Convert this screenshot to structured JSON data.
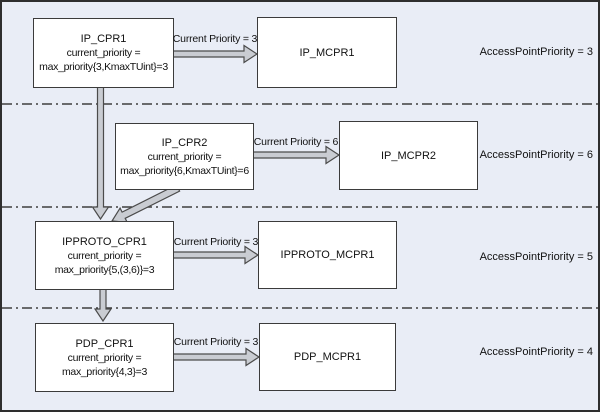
{
  "diagram": {
    "bands": [
      {
        "cpr": {
          "name": "IP_CPR1",
          "line2": "current_priority =",
          "line3": "max_priority{3,KmaxTUint}=3"
        },
        "arrow_label": "Current Priority = 3",
        "mcpr": {
          "name": "IP_MCPR1"
        },
        "access_label": "AccessPointPriority = 3"
      },
      {
        "cpr": {
          "name": "IP_CPR2",
          "line2": "current_priority =",
          "line3": "max_priority{6,KmaxTUint}=6"
        },
        "arrow_label": "Current Priority = 6",
        "mcpr": {
          "name": "IP_MCPR2"
        },
        "access_label": "AccessPointPriority = 6"
      },
      {
        "cpr": {
          "name": "IPPROTO_CPR1",
          "line2": "current_priority =",
          "line3": "max_priority{5,(3,6)}=3"
        },
        "arrow_label": "Current Priority = 3",
        "mcpr": {
          "name": "IPPROTO_MCPR1"
        },
        "access_label": "AccessPointPriority = 5"
      },
      {
        "cpr": {
          "name": "PDP_CPR1",
          "line2": "current_priority =",
          "line3": "max_priority{4,3}=3"
        },
        "arrow_label": "Current Priority = 3",
        "mcpr": {
          "name": "PDP_MCPR1"
        },
        "access_label": "AccessPointPriority = 4"
      }
    ],
    "vertical_connections": [
      {
        "from": "IP_CPR1",
        "to": "IPPROTO_CPR1"
      },
      {
        "from": "IP_CPR2",
        "to": "IPPROTO_CPR1"
      },
      {
        "from": "IPPROTO_CPR1",
        "to": "PDP_CPR1"
      }
    ],
    "colors": {
      "background": "#E9EDF6",
      "box_fill": "#FFFFFF",
      "line": "#3B3B3B",
      "arrow_fill": "#C9CCD2"
    }
  }
}
